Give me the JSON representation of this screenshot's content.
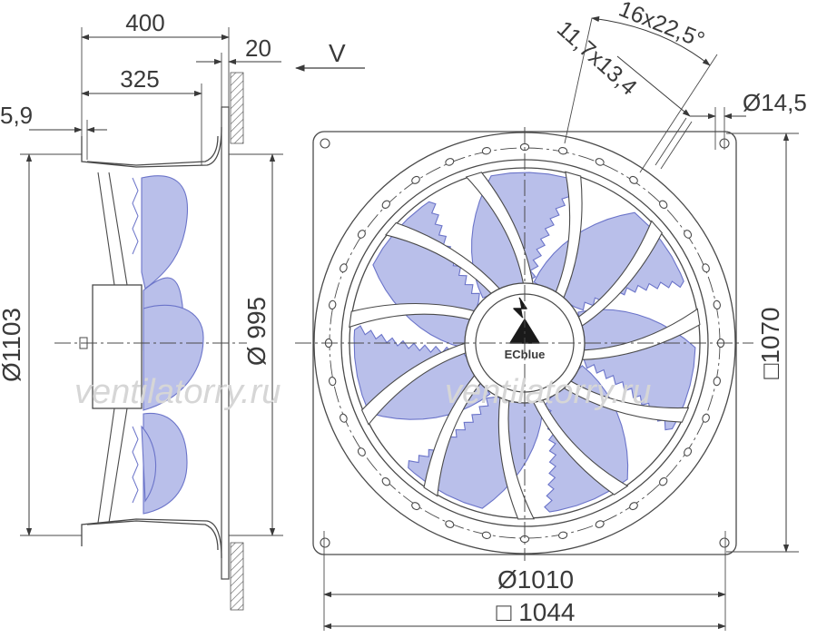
{
  "side_view": {
    "dim_depth_total": "400",
    "dim_depth_inner": "325",
    "dim_flange_offset": "5,9",
    "dim_plate_thickness": "20",
    "view_label": "V",
    "dim_outer_diameter": "Ø1103",
    "dim_inner_diameter": "Ø 995"
  },
  "front_view": {
    "dim_angle_pattern": "16x22,5°",
    "dim_slot_pattern": "11,7x13,4",
    "dim_hole_diameter": "Ø14,5",
    "dim_plate_height": "□1070",
    "dim_bolt_circle": "Ø1010",
    "dim_plate_width": "□ 1044",
    "logo_text": "ECblue"
  },
  "watermark": "ventilatorry.ru",
  "colors": {
    "line": "#4a4a4a",
    "blade_fill": "#b9bfea",
    "blade_stroke": "#6b74c9",
    "dimension_text": "#3a3a3a",
    "watermark": "#d6d6d6"
  }
}
